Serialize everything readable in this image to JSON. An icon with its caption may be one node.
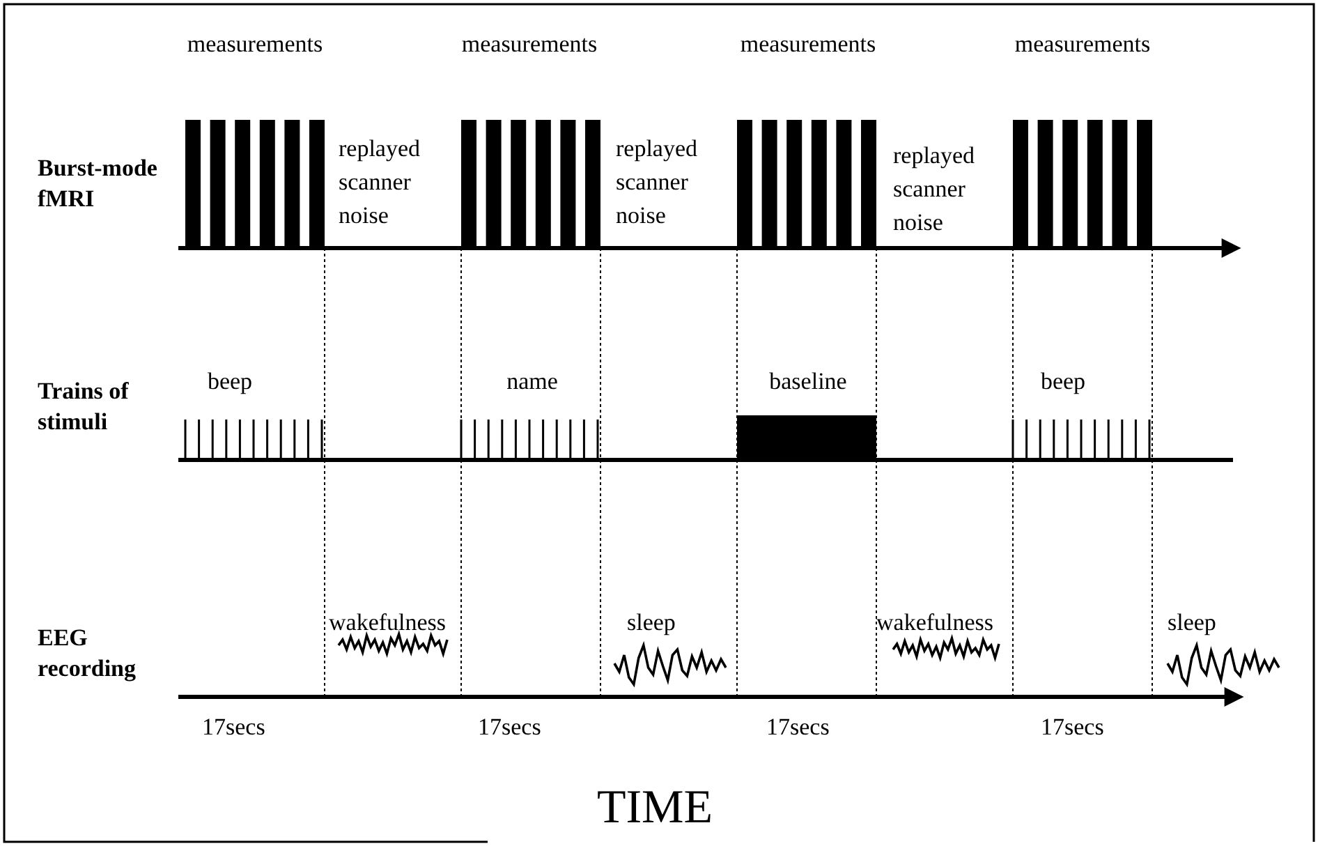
{
  "diagram": {
    "nodes": [
      {
        "text": [],
        "shape": "bar"
      }
    ],
    "labels": [
      "measurements",
      "measurements",
      "measurements",
      "measurements",
      "Burst-mode fMRI",
      "replayed scanner noise",
      "replayed scanner noise",
      "replayed scanner noise",
      "Trains of stimuli",
      "beep",
      "name",
      "baseline",
      "beep",
      "EEG recording",
      "wakefulness",
      "sleep",
      "wakefulness",
      "sleep",
      "17secs",
      "17secs",
      "17secs",
      "17secs",
      "TIME"
    ]
  }
}
